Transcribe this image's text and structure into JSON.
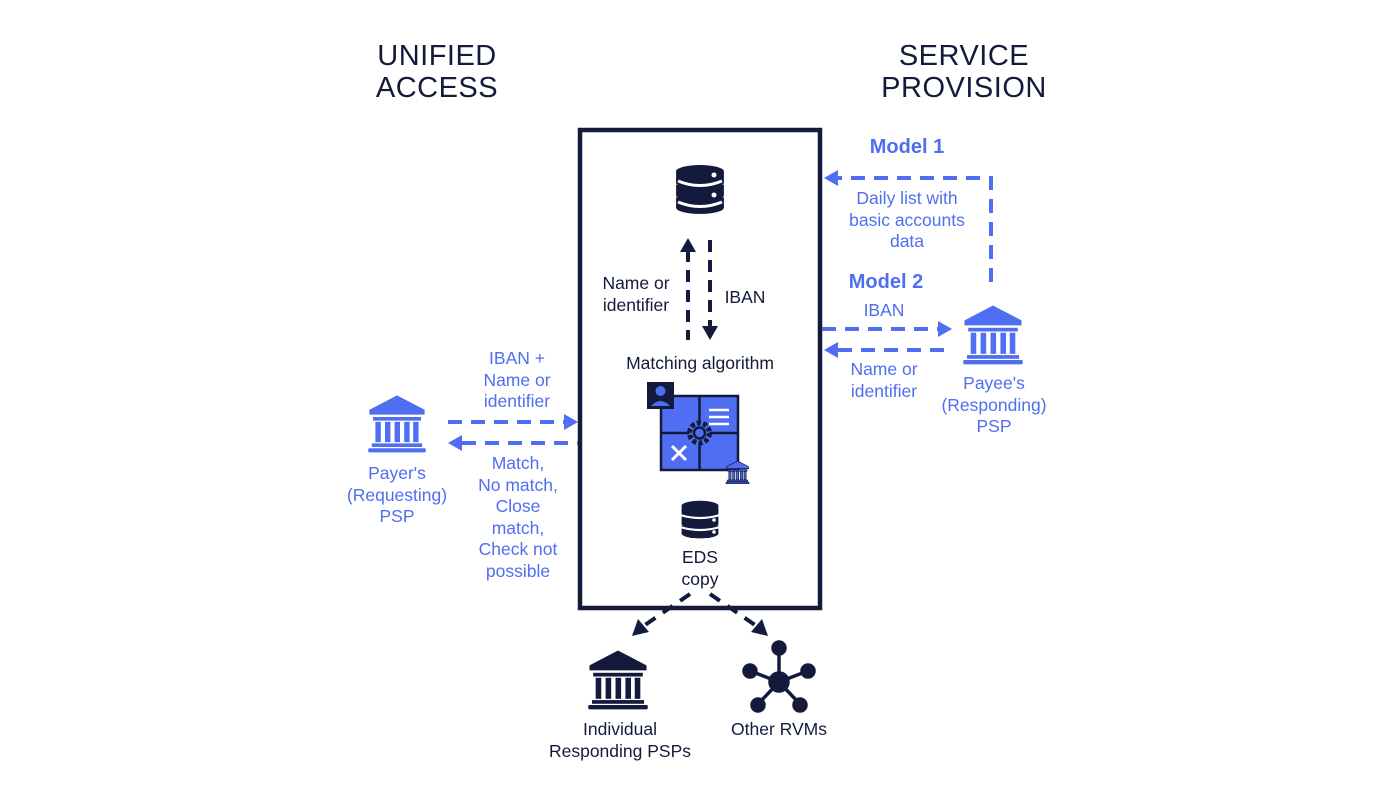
{
  "headers": {
    "left_line1": "UNIFIED",
    "left_line2": "ACCESS",
    "right_line1": "SERVICE",
    "right_line2": "PROVISION"
  },
  "central": {
    "arrow_up_label_line1": "Name or",
    "arrow_up_label_line2": "identifier",
    "arrow_down_label": "IBAN",
    "matching_algorithm": "Matching algorithm",
    "eds_line1": "EDS",
    "eds_line2": "copy"
  },
  "payer": {
    "name_line1": "Payer's",
    "name_line2": "(Requesting)",
    "name_line3": "PSP",
    "request_label_line1": "IBAN +",
    "request_label_line2": "Name or",
    "request_label_line3": "identifier",
    "response_label_line1": "Match,",
    "response_label_line2": "No match,",
    "response_label_line3": "Close",
    "response_label_line4": "match,",
    "response_label_line5": "Check not",
    "response_label_line6": "possible"
  },
  "payee": {
    "name_line1": "Payee's",
    "name_line2": "(Responding)",
    "name_line3": "PSP",
    "model1_title": "Model 1",
    "model1_label_line1": "Daily list with",
    "model1_label_line2": "basic accounts",
    "model1_label_line3": "data",
    "model2_title": "Model 2",
    "model2_out_label": "IBAN",
    "model2_in_label_line1": "Name or",
    "model2_in_label_line2": "identifier"
  },
  "outputs": {
    "individual_line1": "Individual",
    "individual_line2": "Responding PSPs",
    "other_rvms": "Other RVMs"
  },
  "colors": {
    "dark": "#141a3c",
    "accent_blue": "#4f6ef2",
    "background": "#ffffff"
  }
}
